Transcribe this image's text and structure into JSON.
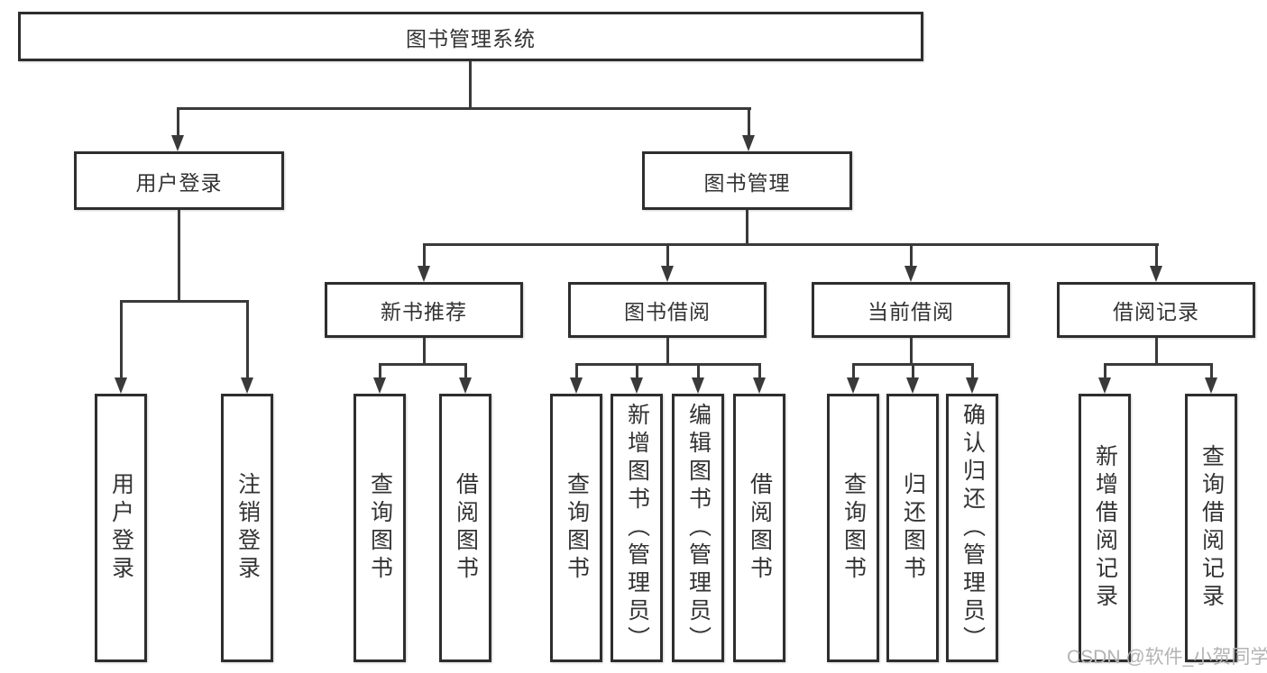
{
  "diagram": {
    "root": {
      "label": "图书管理系统"
    },
    "branches": [
      {
        "id": "user-login",
        "label": "用户登录",
        "leaves": [
          "用户登录",
          "注销登录"
        ]
      },
      {
        "id": "book-management",
        "label": "图书管理",
        "sections": [
          {
            "id": "new-book-recommend",
            "label": "新书推荐",
            "leaves": [
              "查询图书",
              "借阅图书"
            ]
          },
          {
            "id": "book-borrowing",
            "label": "图书借阅",
            "leaves": [
              "查询图书",
              "新增图书（管理员）",
              "编辑图书（管理员）",
              "借阅图书"
            ]
          },
          {
            "id": "current-borrowing",
            "label": "当前借阅",
            "leaves": [
              "查询图书",
              "归还图书",
              "确认归还（管理员）"
            ]
          },
          {
            "id": "borrowing-records",
            "label": "借阅记录",
            "leaves": [
              "新增借阅记录",
              "查询借阅记录"
            ]
          }
        ]
      }
    ]
  },
  "watermark": "CSDN @软件_小贺同学",
  "colors": {
    "line": "#3a3a3a",
    "border": "#2e2e2e",
    "text": "#333333",
    "watermark": "#b3b3b3",
    "background": "#ffffff"
  }
}
